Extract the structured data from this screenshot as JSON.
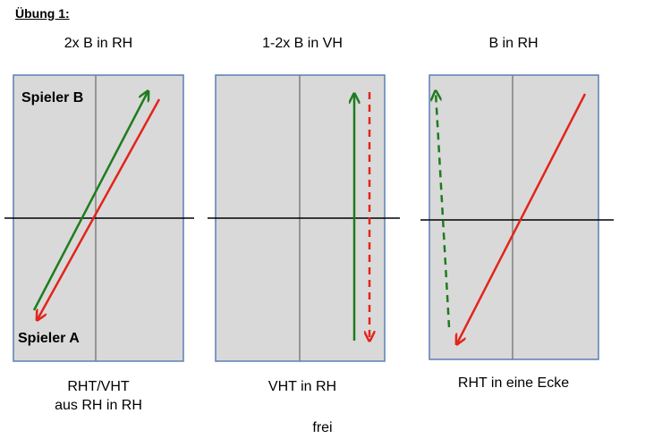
{
  "heading": "Übung 1:",
  "panels": [
    {
      "title": "2x B in RH",
      "caption_line1": "RHT/VHT",
      "caption_line2": "aus RH in RH",
      "label_top": "Spieler B",
      "label_bottom": "Spieler A"
    },
    {
      "title": "1-2x B in VH",
      "caption_line1": "VHT in RH"
    },
    {
      "title": "B in RH",
      "caption_line1": "RHT in eine Ecke"
    }
  ],
  "footer": "frei",
  "colors": {
    "court_fill": "#d9d9d9",
    "court_border": "#5b7fb5",
    "center_line": "#7f7f7f",
    "net": "#000000",
    "red_arrow": "#e3241b",
    "green_arrow": "#1e7c1e"
  }
}
